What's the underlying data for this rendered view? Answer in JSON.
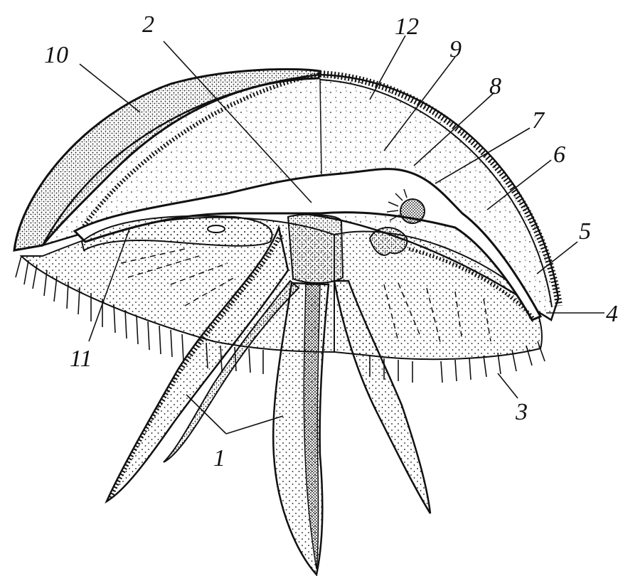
{
  "labels": {
    "l1": "1",
    "l2": "2",
    "l3": "3",
    "l4": "4",
    "l5": "5",
    "l6": "6",
    "l7": "7",
    "l8": "8",
    "l9": "9",
    "l10": "10",
    "l11": "11",
    "l12": "12"
  },
  "colors": {
    "ink": "#111111",
    "paper": "#ffffff"
  }
}
